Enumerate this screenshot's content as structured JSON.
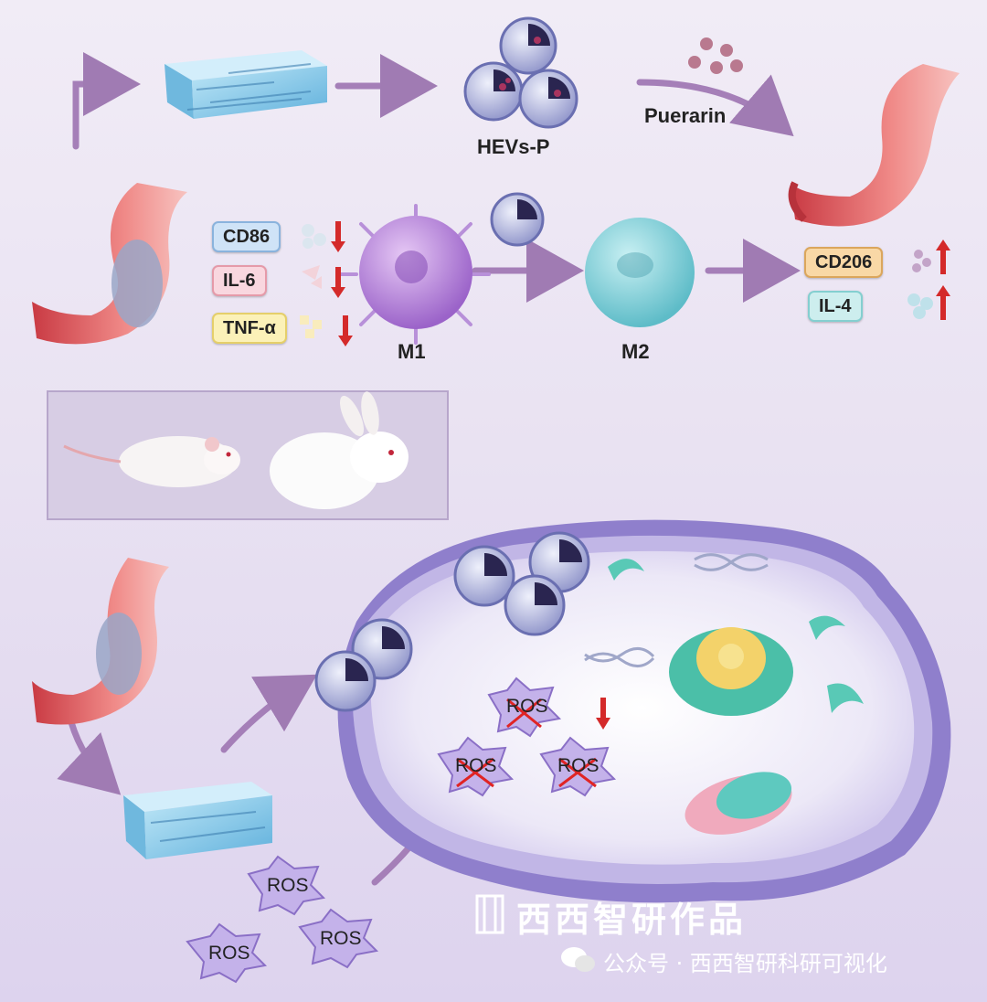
{
  "labels": {
    "hevs_p": "HEVs-P",
    "puerarin": "Puerarin",
    "m1": "M1",
    "m2": "M2"
  },
  "markers_down": [
    {
      "name": "CD86",
      "trend": "down",
      "color": "#cfe3f7"
    },
    {
      "name": "IL-6",
      "trend": "down",
      "color": "#f9d7df"
    },
    {
      "name": "TNF-α",
      "trend": "down",
      "color": "#fbf1b8"
    }
  ],
  "markers_up": [
    {
      "name": "CD206",
      "trend": "up",
      "color": "#f9d8a6"
    },
    {
      "name": "IL-4",
      "trend": "up",
      "color": "#cdeeee"
    }
  ],
  "ros": {
    "crossed_label": "ROS",
    "free_label": "ROS"
  },
  "watermark": {
    "title": "西西智研作品",
    "subtitle": "公众号 · 西西智研科研可视化"
  }
}
